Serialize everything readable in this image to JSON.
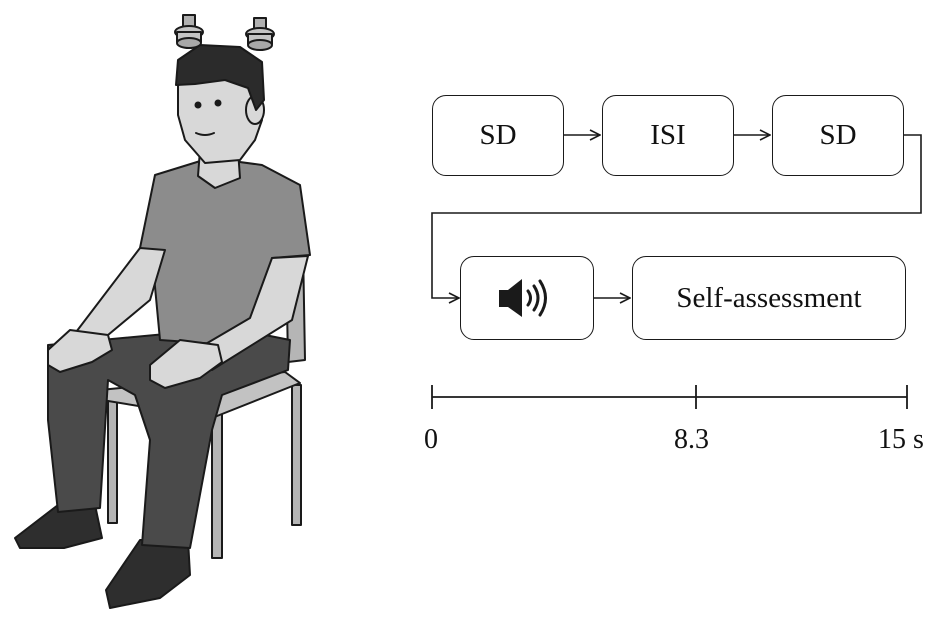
{
  "flow": {
    "box1": "SD",
    "box2": "ISI",
    "box3": "SD",
    "box4_icon": "speaker-icon",
    "box5": "Self-assessment"
  },
  "timeline": {
    "ticks": [
      "0",
      "8.3",
      "15 s"
    ]
  },
  "colors": {
    "line": "#1a1a1a",
    "skin": "#d8d8d8",
    "shirt": "#8c8c8c",
    "pants": "#4a4a4a",
    "hair": "#2b2b2b",
    "chair": "#b5b5b5"
  }
}
